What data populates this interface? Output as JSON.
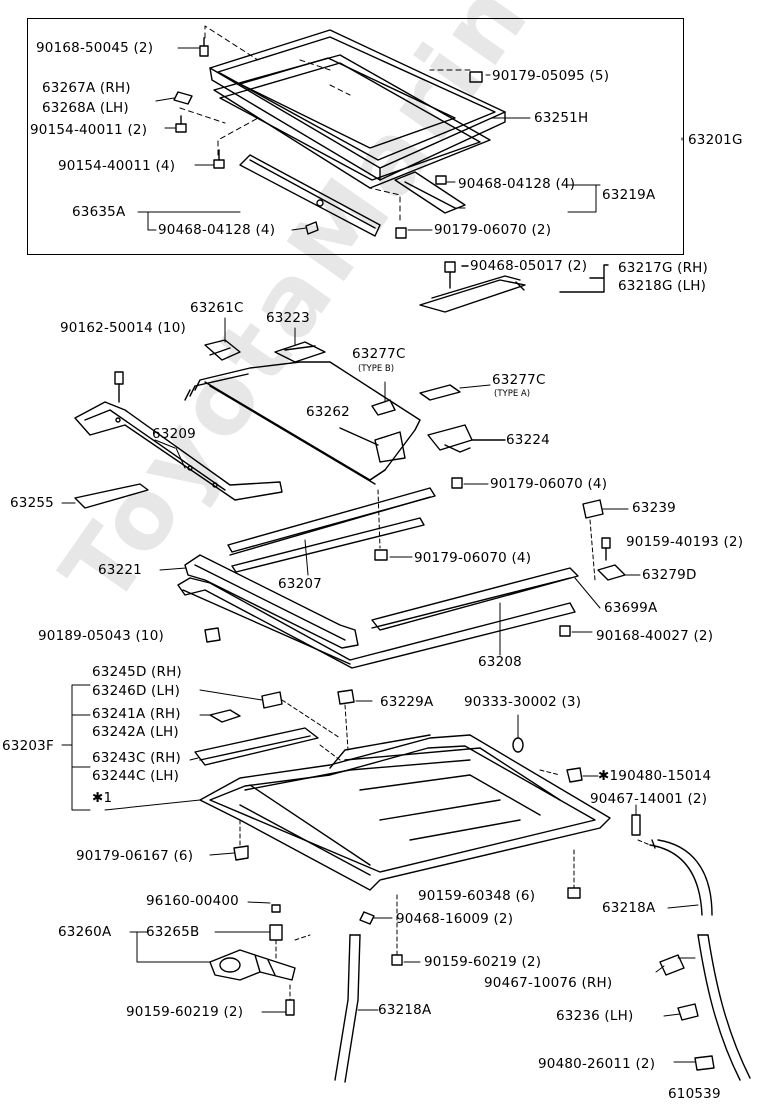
{
  "watermark": "ToyotaMarine.ru",
  "figure_code": "610539",
  "labels": {
    "l_90168_50045": "90168-50045 (2)",
    "l_90179_05095": "90179-05095 (5)",
    "l_63267A": "63267A (RH)",
    "l_63268A": "63268A (LH)",
    "l_90154_40011_2": "90154-40011 (2)",
    "l_63251H": "63251H",
    "l_63201G": "63201G",
    "l_90154_40011_4": "90154-40011 (4)",
    "l_90468_04128_a": "90468-04128 (4)",
    "l_63219A": "63219A",
    "l_63635A": "63635A",
    "l_90468_04128_b": "90468-04128 (4)",
    "l_90179_06070_2": "90179-06070 (2)",
    "l_90468_05017": "90468-05017 (2)",
    "l_63217G": "63217G (RH)",
    "l_63218G": "63218G (LH)",
    "l_90162_50014": "90162-50014 (10)",
    "l_63261C": "63261C",
    "l_63223": "63223",
    "l_63277C_b": "63277C",
    "l_typeB": "(TYPE B)",
    "l_63277C_a": "63277C",
    "l_typeA": "(TYPE A)",
    "l_63262": "63262",
    "l_63224": "63224",
    "l_63209": "63209",
    "l_90179_06070_4a": "90179-06070 (4)",
    "l_63255": "63255",
    "l_63239": "63239",
    "l_90159_40193": "90159-40193 (2)",
    "l_63221": "63221",
    "l_63207": "63207",
    "l_90179_06070_4b": "90179-06070 (4)",
    "l_63279D": "63279D",
    "l_63699A": "63699A",
    "l_90189_05043": "90189-05043 (10)",
    "l_90168_40027": "90168-40027 (2)",
    "l_63208": "63208",
    "l_63245D": "63245D (RH)",
    "l_63246D": "63246D (LH)",
    "l_63229A": "63229A",
    "l_90333_30002": "90333-30002 (3)",
    "l_63241A": "63241A (RH)",
    "l_63242A": "63242A (LH)",
    "l_63203F": "63203F",
    "l_63243C": "63243C (RH)",
    "l_63244C": "63244C (LH)",
    "l_190480_15014": "✱190480-15014",
    "l_star1": "✱1",
    "l_90467_14001": "90467-14001 (2)",
    "l_90179_06167": "90179-06167 (6)",
    "l_90159_60348": "90159-60348 (6)",
    "l_96160_00400": "96160-00400",
    "l_63218A_r": "63218A",
    "l_63260A": "63260A",
    "l_63265B": "63265B",
    "l_90468_16009": "90468-16009 (2)",
    "l_90159_60219_a": "90159-60219 (2)",
    "l_90467_10076": "90467-10076 (RH)",
    "l_90159_60219_b": "90159-60219 (2)",
    "l_63218A_l": "63218A",
    "l_63236": "63236 (LH)",
    "l_90480_26011": "90480-26011 (2)"
  }
}
